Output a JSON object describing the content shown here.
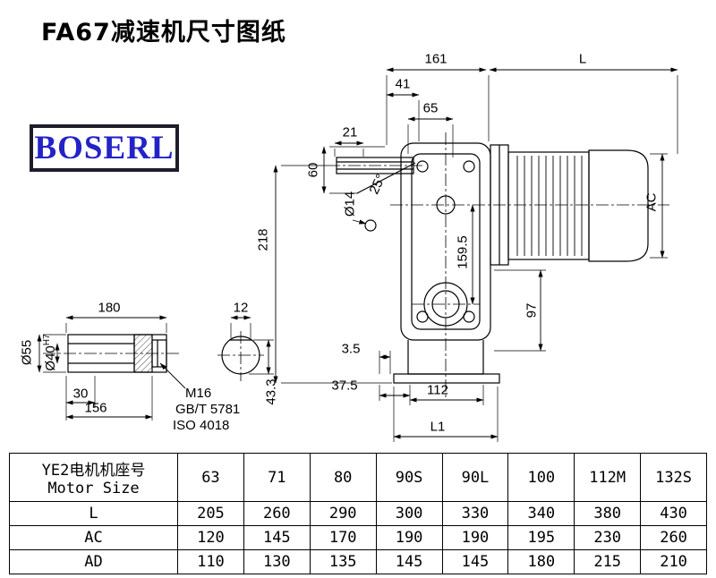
{
  "title": "FA67减速机尺寸图纸",
  "logo": {
    "text": "BOSERL",
    "text_color": "#2323c8"
  },
  "drawing": {
    "dims": {
      "len161": "161",
      "lenL": "L",
      "len41": "41",
      "len65": "65",
      "len21": "21",
      "len60": "60",
      "dia14": "Ø14",
      "len218": "218",
      "angle25": "25°",
      "len159_5": "159.5",
      "lenAC": "AC",
      "len97": "97",
      "len3_5": "3.5",
      "len37_5": "37.5",
      "len112": "112",
      "lenL1": "L1",
      "len180": "180",
      "len12": "12",
      "dia55": "Ø55",
      "dia40": "Ø40",
      "dia40_tol": "H7",
      "len30": "30",
      "len156": "156",
      "len43_3": "43.3"
    },
    "notes": {
      "thread": "M16",
      "standard1": "GB/T 5781",
      "standard2": "ISO 4018"
    }
  },
  "table": {
    "header": {
      "label_cn": "YE2电机机座号",
      "label_en": "Motor Size"
    },
    "columns": [
      "63",
      "71",
      "80",
      "90S",
      "90L",
      "100",
      "112M",
      "132S"
    ],
    "rows": [
      {
        "label": "L",
        "values": [
          "205",
          "260",
          "290",
          "300",
          "330",
          "340",
          "380",
          "430"
        ]
      },
      {
        "label": "AC",
        "values": [
          "120",
          "145",
          "170",
          "190",
          "190",
          "195",
          "230",
          "260"
        ]
      },
      {
        "label": "AD",
        "values": [
          "110",
          "130",
          "135",
          "145",
          "145",
          "180",
          "215",
          "210"
        ]
      }
    ]
  }
}
